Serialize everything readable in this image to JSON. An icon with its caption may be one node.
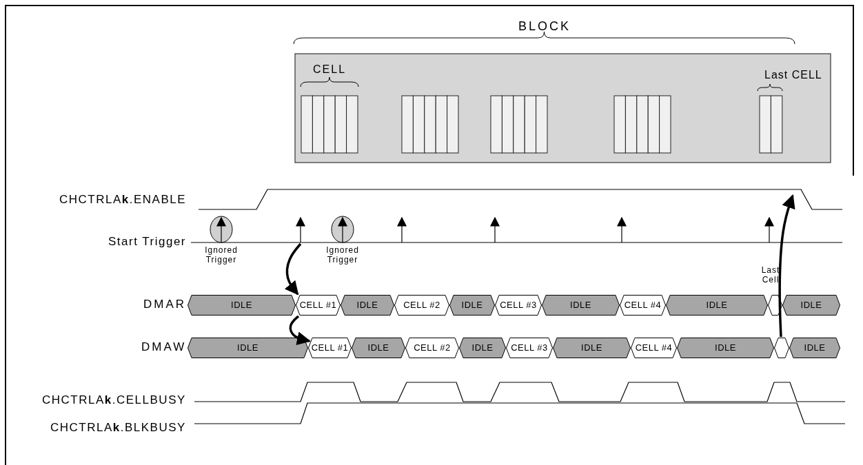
{
  "diagram": {
    "nodes": [
      {
        "text": [
          "IDLE"
        ]
      },
      {
        "text": [
          "CELL #1"
        ]
      },
      {
        "text": [
          "IDLE"
        ]
      },
      {
        "text": [
          "CELL #2"
        ]
      },
      {
        "text": [
          "IDLE"
        ]
      },
      {
        "text": [
          "CELL #3"
        ]
      },
      {
        "text": [
          "IDLE"
        ]
      },
      {
        "text": [
          "CELL #4"
        ]
      },
      {
        "text": [
          "IDLE"
        ]
      },
      {
        "text": [],
        "shape": "hexagon"
      },
      {
        "text": [
          "IDLE"
        ]
      },
      {
        "text": [
          "IDLE"
        ]
      },
      {
        "text": [
          "CELL #1"
        ]
      },
      {
        "text": [
          "IDLE"
        ]
      },
      {
        "text": [
          "CELL #2"
        ]
      },
      {
        "text": [
          "IDLE"
        ]
      },
      {
        "text": [
          "CELL #3"
        ]
      },
      {
        "text": [
          "IDLE"
        ]
      },
      {
        "text": [
          "CELL #4"
        ]
      },
      {
        "text": [
          "IDLE"
        ]
      },
      {
        "text": [],
        "shape": "hexagon"
      },
      {
        "text": [
          "IDLE"
        ]
      }
    ],
    "edges": [
      {
        "from": null,
        "to": 1,
        "arrow": "to"
      },
      {
        "from": 1,
        "to": 12,
        "arrow": "to"
      },
      {
        "from": 20,
        "to": null,
        "arrow": "to"
      }
    ],
    "labels": [
      "BLOCK",
      "CELL",
      "Last CELL",
      "CHCTRLA**k**.ENABLE",
      "Start Trigger",
      "Ignored Trigger",
      "Ignored Trigger",
      "Last Cell",
      "DMAR",
      "DMAW",
      "CHCTRLA**k**.CELLBUSY",
      "CHCTRLA**k**.BLKBUSY"
    ]
  }
}
